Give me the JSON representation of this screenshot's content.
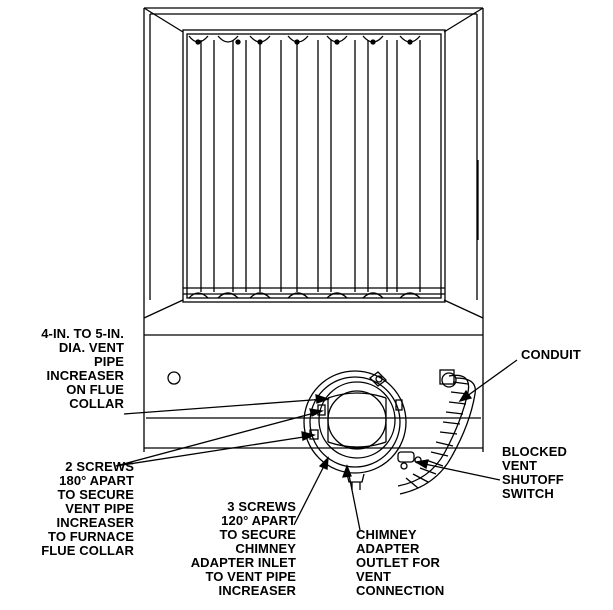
{
  "callouts": {
    "vent_pipe_increaser": [
      "4-IN. TO 5-IN.",
      "DIA. VENT",
      "PIPE",
      "INCREASER",
      "ON FLUE",
      "COLLAR"
    ],
    "two_screws": [
      "2 SCREWS",
      "180° APART",
      "TO SECURE",
      "VENT PIPE",
      "INCREASER",
      "TO FURNACE",
      "FLUE COLLAR"
    ],
    "three_screws": [
      "3 SCREWS",
      "120° APART",
      "TO SECURE",
      "CHIMNEY",
      "ADAPTER INLET",
      "TO VENT PIPE",
      "INCREASER"
    ],
    "chimney_adapter": [
      "CHIMNEY",
      "ADAPTER",
      "OUTLET FOR",
      "VENT",
      "CONNECTION"
    ],
    "conduit": [
      "CONDUIT"
    ],
    "blocked_vent_switch": [
      "BLOCKED",
      "VENT",
      "SHUTOFF",
      "SWITCH"
    ]
  },
  "colors": {
    "line": "#000000",
    "background": "#ffffff"
  }
}
